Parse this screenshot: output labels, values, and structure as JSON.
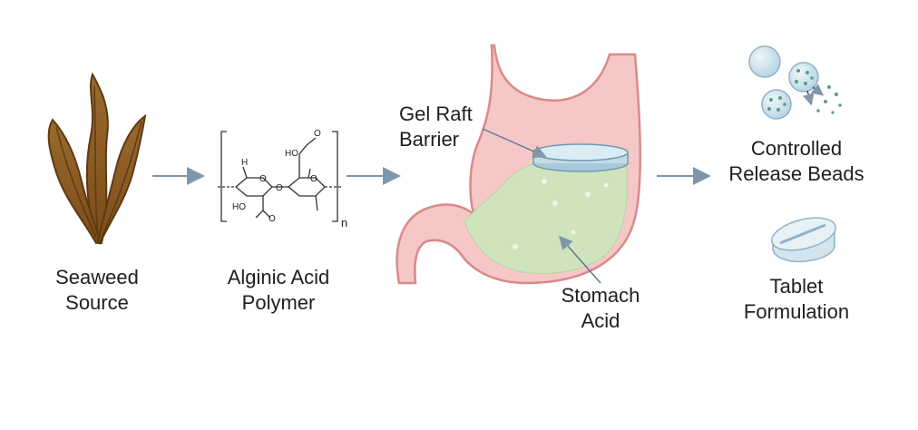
{
  "diagram": {
    "stages": [
      {
        "id": "seaweed",
        "lines": [
          "Seaweed",
          "Source"
        ]
      },
      {
        "id": "polymer",
        "lines": [
          "Alginic Acid",
          "Polymer"
        ]
      },
      {
        "id": "stomach",
        "lines": []
      },
      {
        "id": "products",
        "lines": []
      }
    ],
    "stomach_labels": {
      "raft": [
        "Gel Raft",
        "Barrier"
      ],
      "acid": [
        "Stomach",
        "Acid"
      ]
    },
    "products": [
      {
        "id": "beads",
        "lines": [
          "Controlled",
          "Release Beads"
        ]
      },
      {
        "id": "tablet",
        "lines": [
          "Tablet",
          "Formulation"
        ]
      }
    ],
    "structure_text": {
      "h": "H",
      "o": "O",
      "ho": "HO",
      "n": "n"
    },
    "colors": {
      "seaweed": "#8a5a22",
      "seaweed_dark": "#5e3a12",
      "arrow": "#7f97a8",
      "stomach_wall": "#f3b7b7",
      "stomach_outline": "#d98a8a",
      "acid": "#cfe3bd",
      "raft": "#c4dbe8",
      "bead": "#cfe4ef",
      "bead_dot": "#5a9c8a"
    }
  }
}
